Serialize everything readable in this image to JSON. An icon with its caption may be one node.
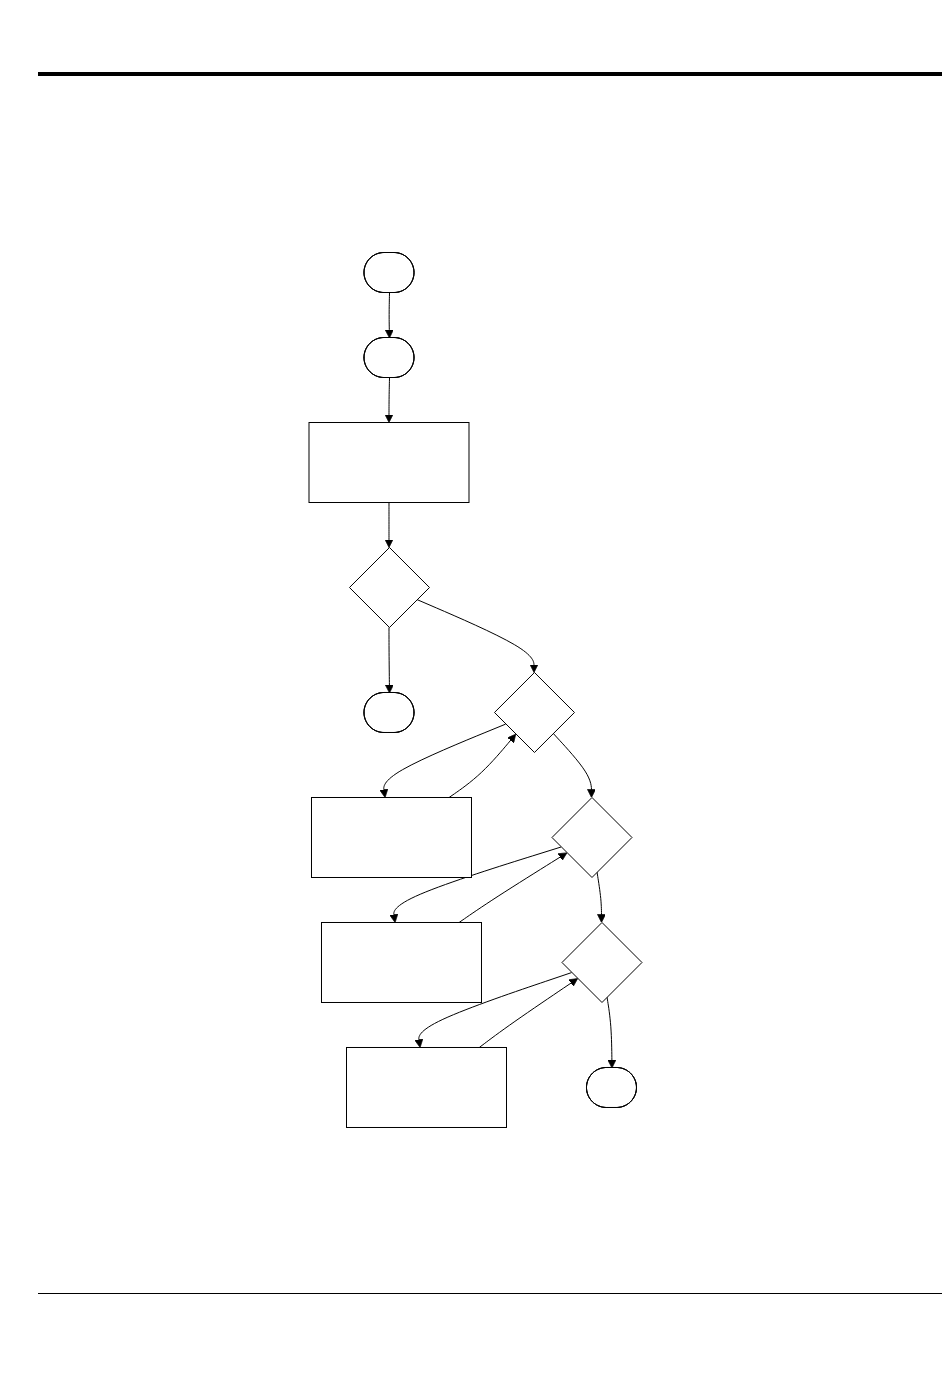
{
  "diagram": {
    "nodes": [
      {
        "text": [],
        "shape": "stadium"
      },
      {
        "text": [],
        "shape": "stadium"
      },
      {
        "text": [],
        "shape": "box"
      },
      {
        "text": [],
        "shape": "diamond"
      },
      {
        "text": [],
        "shape": "stadium"
      },
      {
        "text": [],
        "shape": "diamond"
      },
      {
        "text": [],
        "shape": "box"
      },
      {
        "text": [],
        "shape": "diamond"
      },
      {
        "text": [],
        "shape": "box"
      },
      {
        "text": [],
        "shape": "diamond"
      },
      {
        "text": [],
        "shape": "box"
      },
      {
        "text": [],
        "shape": "stadium"
      }
    ],
    "edges": [
      {
        "from": 0,
        "to": 1,
        "arrow": "to"
      },
      {
        "from": 1,
        "to": 2,
        "arrow": "to"
      },
      {
        "from": 2,
        "to": 3,
        "arrow": "to"
      },
      {
        "from": 3,
        "to": 4,
        "arrow": "to"
      },
      {
        "from": 3,
        "to": 5,
        "arrow": "to"
      },
      {
        "from": 6,
        "to": 5,
        "arrow": "to"
      },
      {
        "from": 5,
        "to": 6,
        "arrow": "to"
      },
      {
        "from": 5,
        "to": 7,
        "arrow": "to"
      },
      {
        "from": 8,
        "to": 7,
        "arrow": "to"
      },
      {
        "from": 7,
        "to": 8,
        "arrow": "to"
      },
      {
        "from": 7,
        "to": 9,
        "arrow": "to"
      },
      {
        "from": 10,
        "to": 9,
        "arrow": "to"
      },
      {
        "from": 9,
        "to": 10,
        "arrow": "to"
      },
      {
        "from": 9,
        "to": 11,
        "arrow": "to"
      }
    ]
  }
}
